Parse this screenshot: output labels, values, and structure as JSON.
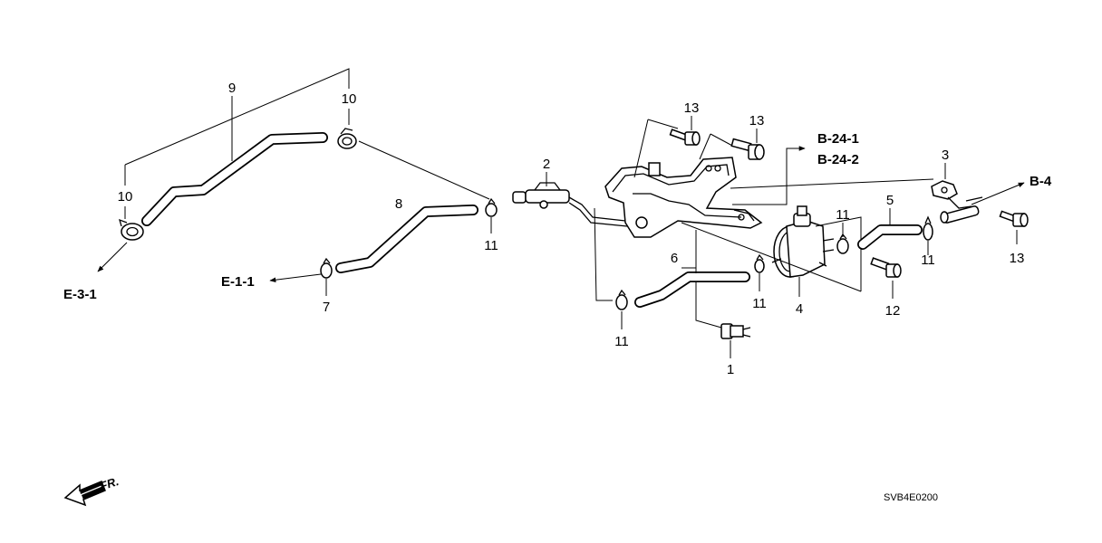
{
  "callouts": {
    "p1": "1",
    "p2": "2",
    "p3": "3",
    "p4": "4",
    "p5": "5",
    "p6": "6",
    "p7": "7",
    "p8": "8",
    "p9": "9",
    "p10a": "10",
    "p10b": "10",
    "p11a": "11",
    "p11b": "11",
    "p11c": "11",
    "p11d": "11",
    "p11e": "11",
    "p12": "12",
    "p13a": "13",
    "p13b": "13",
    "p13c": "13"
  },
  "references": {
    "e31": "E-3-1",
    "e11": "E-1-1",
    "b241": "B-24-1",
    "b242": "B-24-2",
    "b4": "B-4"
  },
  "direction": "FR.",
  "diagram_code": "SVB4E0200"
}
